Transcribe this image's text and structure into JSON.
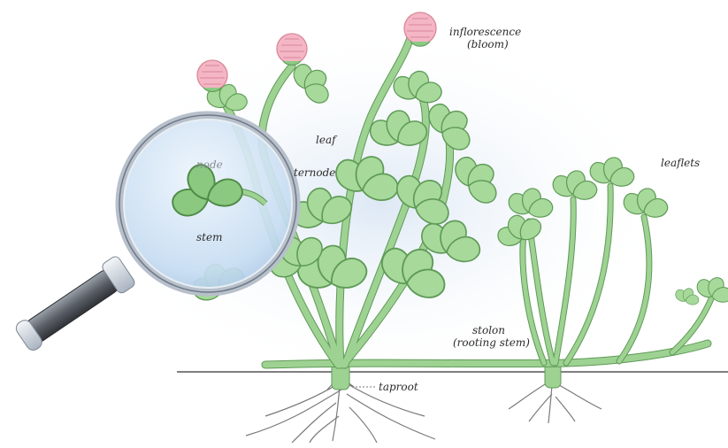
{
  "labels": {
    "inflorescence": "inflorescence",
    "bloom": "(bloom)",
    "leaf": "leaf",
    "internode": "ternode",
    "node": "node",
    "stem": "stem",
    "leaflets": "leaflets",
    "stolon": "stolon",
    "rooting_stem": "(rooting stem)",
    "taproot": "taproot"
  },
  "colors": {
    "stem": "#9ed292",
    "stem_outline": "#5f9a57",
    "leaf": "#a6d99a",
    "leaf_dark": "#6fb565",
    "bloom": "#f4b6c4",
    "bloom_dark": "#d9879b",
    "ground_line": "#333333",
    "root": "#7a7a7a",
    "glow": "#dbe7f4",
    "lens_glass": "#cfe2f4",
    "lens_rim": "#9aa4b2",
    "handle": "#55595f"
  },
  "icons": {
    "magnifier": "magnifying-glass-icon"
  }
}
